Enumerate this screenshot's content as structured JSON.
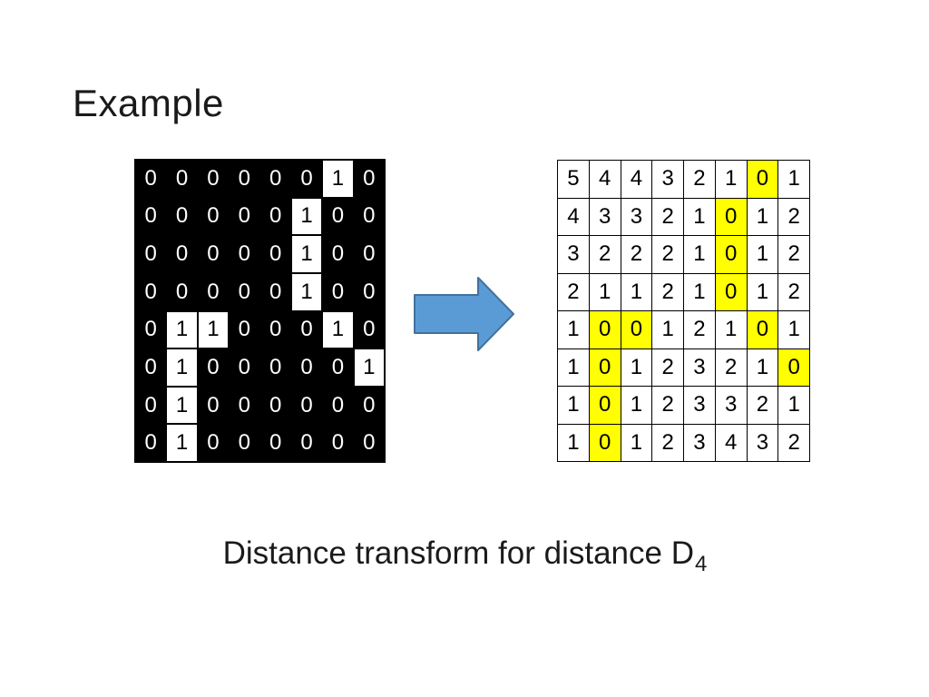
{
  "slide": {
    "title": "Example",
    "caption": {
      "text": "Distance transform for distance D",
      "subscript": "4"
    }
  },
  "binary_grid": {
    "description": "binary input image, 8x8",
    "rows": [
      [
        0,
        0,
        0,
        0,
        0,
        0,
        1,
        0
      ],
      [
        0,
        0,
        0,
        0,
        0,
        1,
        0,
        0
      ],
      [
        0,
        0,
        0,
        0,
        0,
        1,
        0,
        0
      ],
      [
        0,
        0,
        0,
        0,
        0,
        1,
        0,
        0
      ],
      [
        0,
        1,
        1,
        0,
        0,
        0,
        1,
        0
      ],
      [
        0,
        1,
        0,
        0,
        0,
        0,
        0,
        1
      ],
      [
        0,
        1,
        0,
        0,
        0,
        0,
        0,
        0
      ],
      [
        0,
        1,
        0,
        0,
        0,
        0,
        0,
        0
      ]
    ],
    "foreground_value": 1,
    "colors": {
      "background": "#000000",
      "zero_text": "#ffffff",
      "one_background": "#ffffff",
      "one_text": "#000000"
    }
  },
  "distance_grid": {
    "description": "D4 distance transform result, 8x8, zeros highlighted",
    "rows": [
      [
        5,
        4,
        4,
        3,
        2,
        1,
        0,
        1
      ],
      [
        4,
        3,
        3,
        2,
        1,
        0,
        1,
        2
      ],
      [
        3,
        2,
        2,
        2,
        1,
        0,
        1,
        2
      ],
      [
        2,
        1,
        1,
        2,
        1,
        0,
        1,
        2
      ],
      [
        1,
        0,
        0,
        1,
        2,
        1,
        0,
        1
      ],
      [
        1,
        0,
        1,
        2,
        3,
        2,
        1,
        0
      ],
      [
        1,
        0,
        1,
        2,
        3,
        3,
        2,
        1
      ],
      [
        1,
        0,
        1,
        2,
        3,
        4,
        3,
        2
      ]
    ],
    "highlight_value": 0,
    "colors": {
      "background": "#ffffff",
      "text": "#000000",
      "highlight": "#ffff00",
      "border": "#000000"
    }
  },
  "arrow": {
    "direction": "right",
    "fill": "#5b9bd5",
    "stroke": "#41719c"
  }
}
